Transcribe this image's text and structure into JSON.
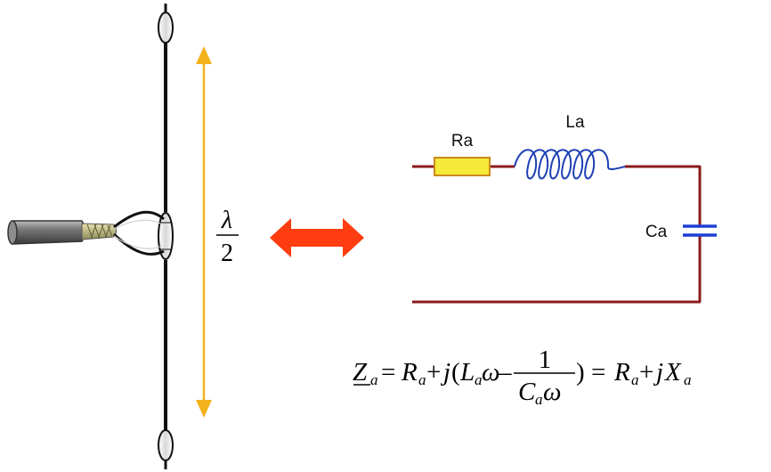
{
  "fraction": {
    "numerator": "λ",
    "denominator": "2"
  },
  "circuit": {
    "resistor_label": "Ra",
    "inductor_label": "La",
    "capacitor_label": "Ca"
  },
  "formula": {
    "z": "Z",
    "z_sub": "a",
    "eq1": "=",
    "r": "R",
    "r_sub": "a",
    "plus1": "+",
    "j": "j",
    "open_paren": "(",
    "l": "L",
    "l_sub": "a",
    "omega1": "ω",
    "minus": "–",
    "frac_num": "1",
    "c": "C",
    "c_sub": "a",
    "omega2": "ω",
    "close_paren": ")",
    "eq2": "=",
    "r2": "R",
    "r2_sub": "a",
    "plus2": "+",
    "j2": "j",
    "x": "X",
    "x_sub": "a"
  },
  "colors": {
    "wire": "#8b1a1a",
    "resistor_fill": "#f5e93a",
    "resistor_stroke": "#c98a1a",
    "inductor": "#1d3fb5",
    "capacitor": "#1d3fd6",
    "arrow_red": "#ff3d10",
    "arrow_orange": "#f2b21c",
    "antenna": "#111111"
  }
}
